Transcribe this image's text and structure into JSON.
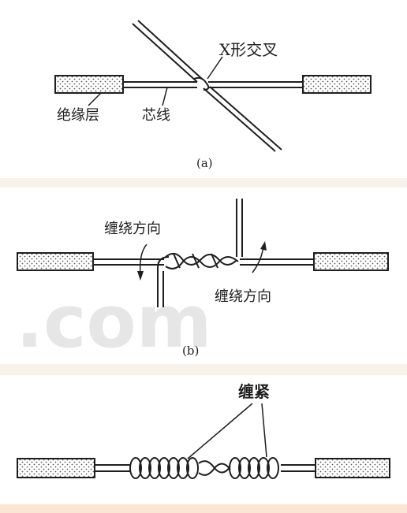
{
  "panel_a": {
    "label_cross": "X形交叉",
    "label_insulation": "绝缘层",
    "label_core": "芯线",
    "caption": "(a)"
  },
  "panel_b": {
    "label_dir_left": "缠绕方向",
    "label_dir_right": "缠绕方向",
    "caption": "(b)"
  },
  "panel_c": {
    "label_tight": "缠紧"
  },
  "watermark": ".com",
  "colors": {
    "line": "#1e1e1e",
    "band": "#f7f3ea",
    "bottom_strip": "#fbe6d4"
  }
}
